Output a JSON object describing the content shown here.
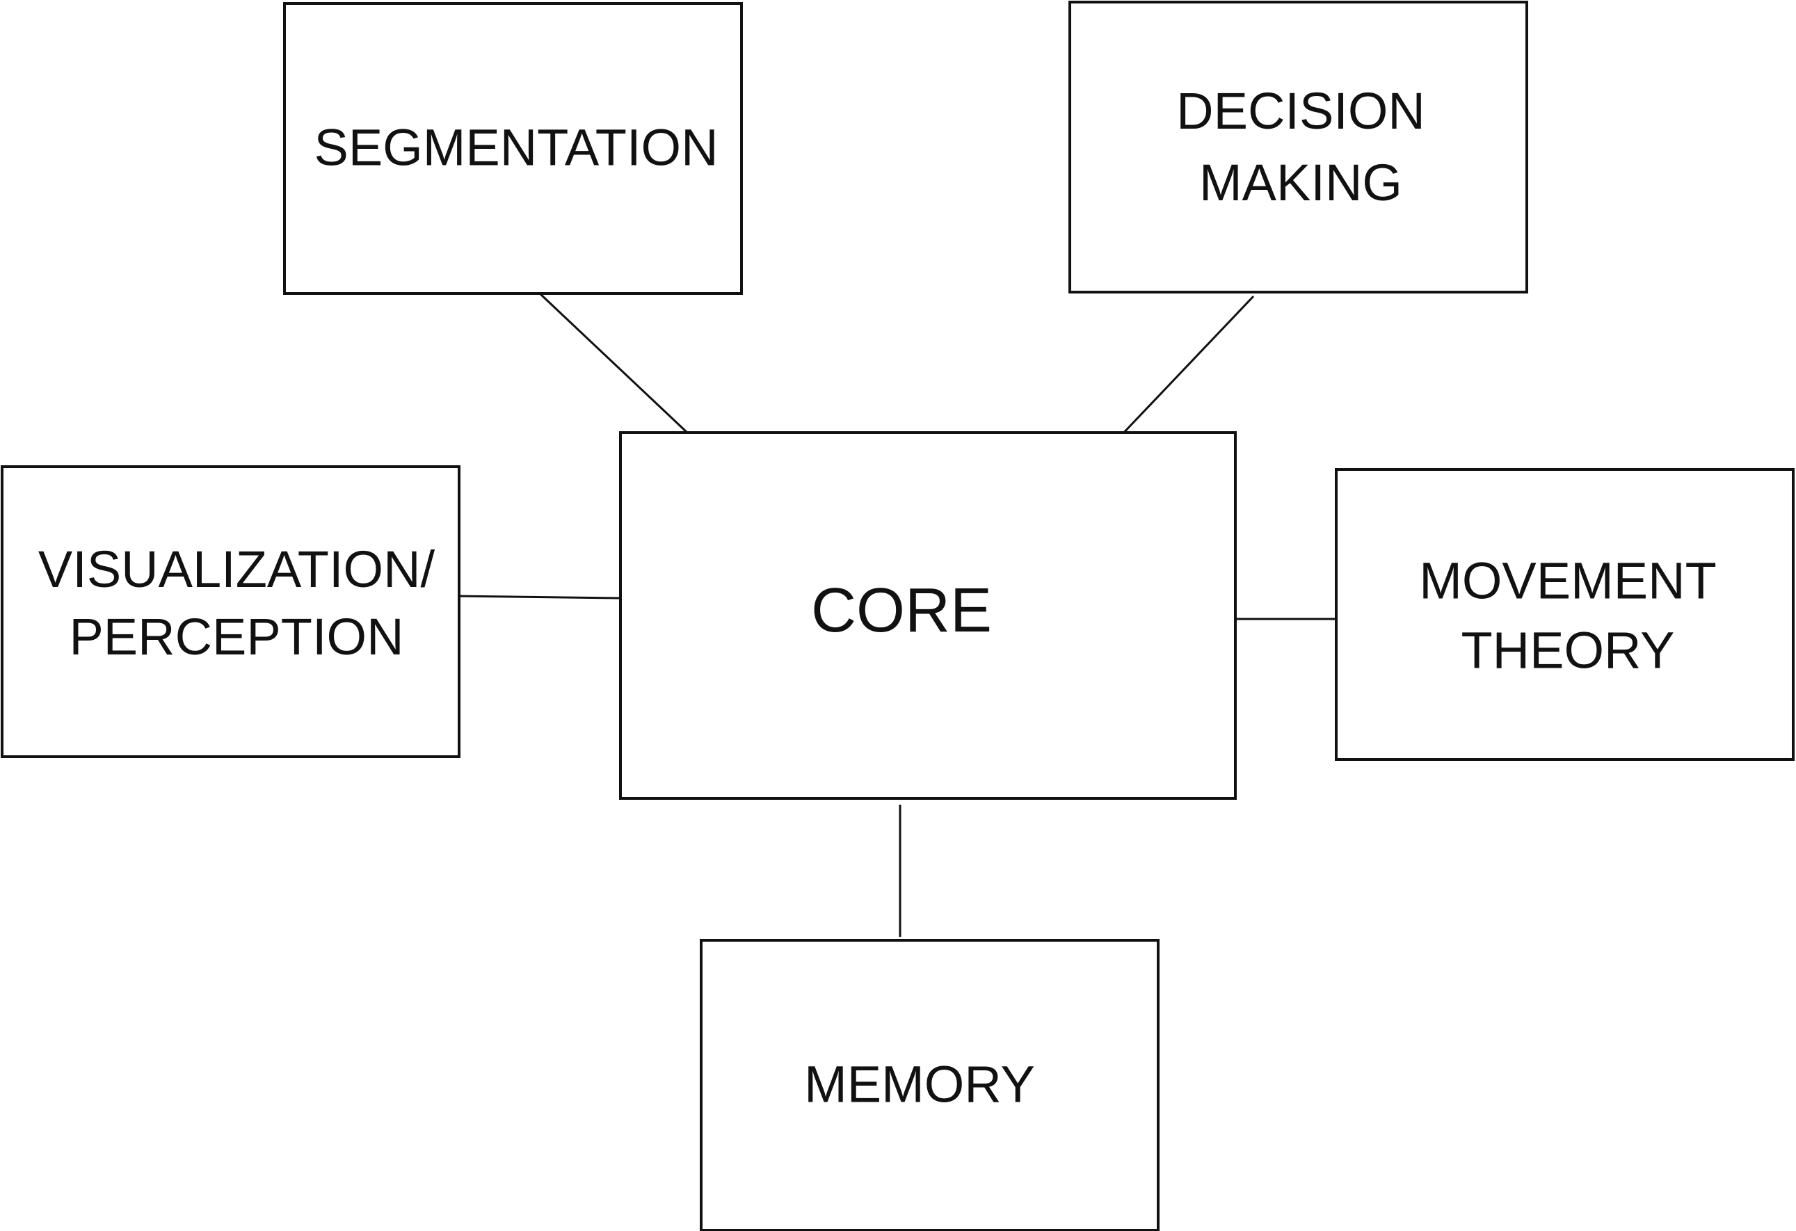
{
  "diagram": {
    "nodes": [
      {
        "id": "core",
        "lines": [
          "CORE"
        ]
      },
      {
        "id": "segmentation",
        "lines": [
          "SEGMENTATION"
        ]
      },
      {
        "id": "decision-making",
        "lines": [
          "DECISION",
          "MAKING"
        ]
      },
      {
        "id": "visualization-perception",
        "lines": [
          "VISUALIZATION/",
          "PERCEPTION"
        ]
      },
      {
        "id": "movement-theory",
        "lines": [
          "MOVEMENT",
          "THEORY"
        ]
      },
      {
        "id": "memory",
        "lines": [
          "MEMORY"
        ]
      }
    ],
    "edges": [
      {
        "from": "core",
        "to": "segmentation"
      },
      {
        "from": "core",
        "to": "decision-making"
      },
      {
        "from": "core",
        "to": "visualization-perception"
      },
      {
        "from": "core",
        "to": "movement-theory"
      },
      {
        "from": "core",
        "to": "memory"
      }
    ]
  }
}
